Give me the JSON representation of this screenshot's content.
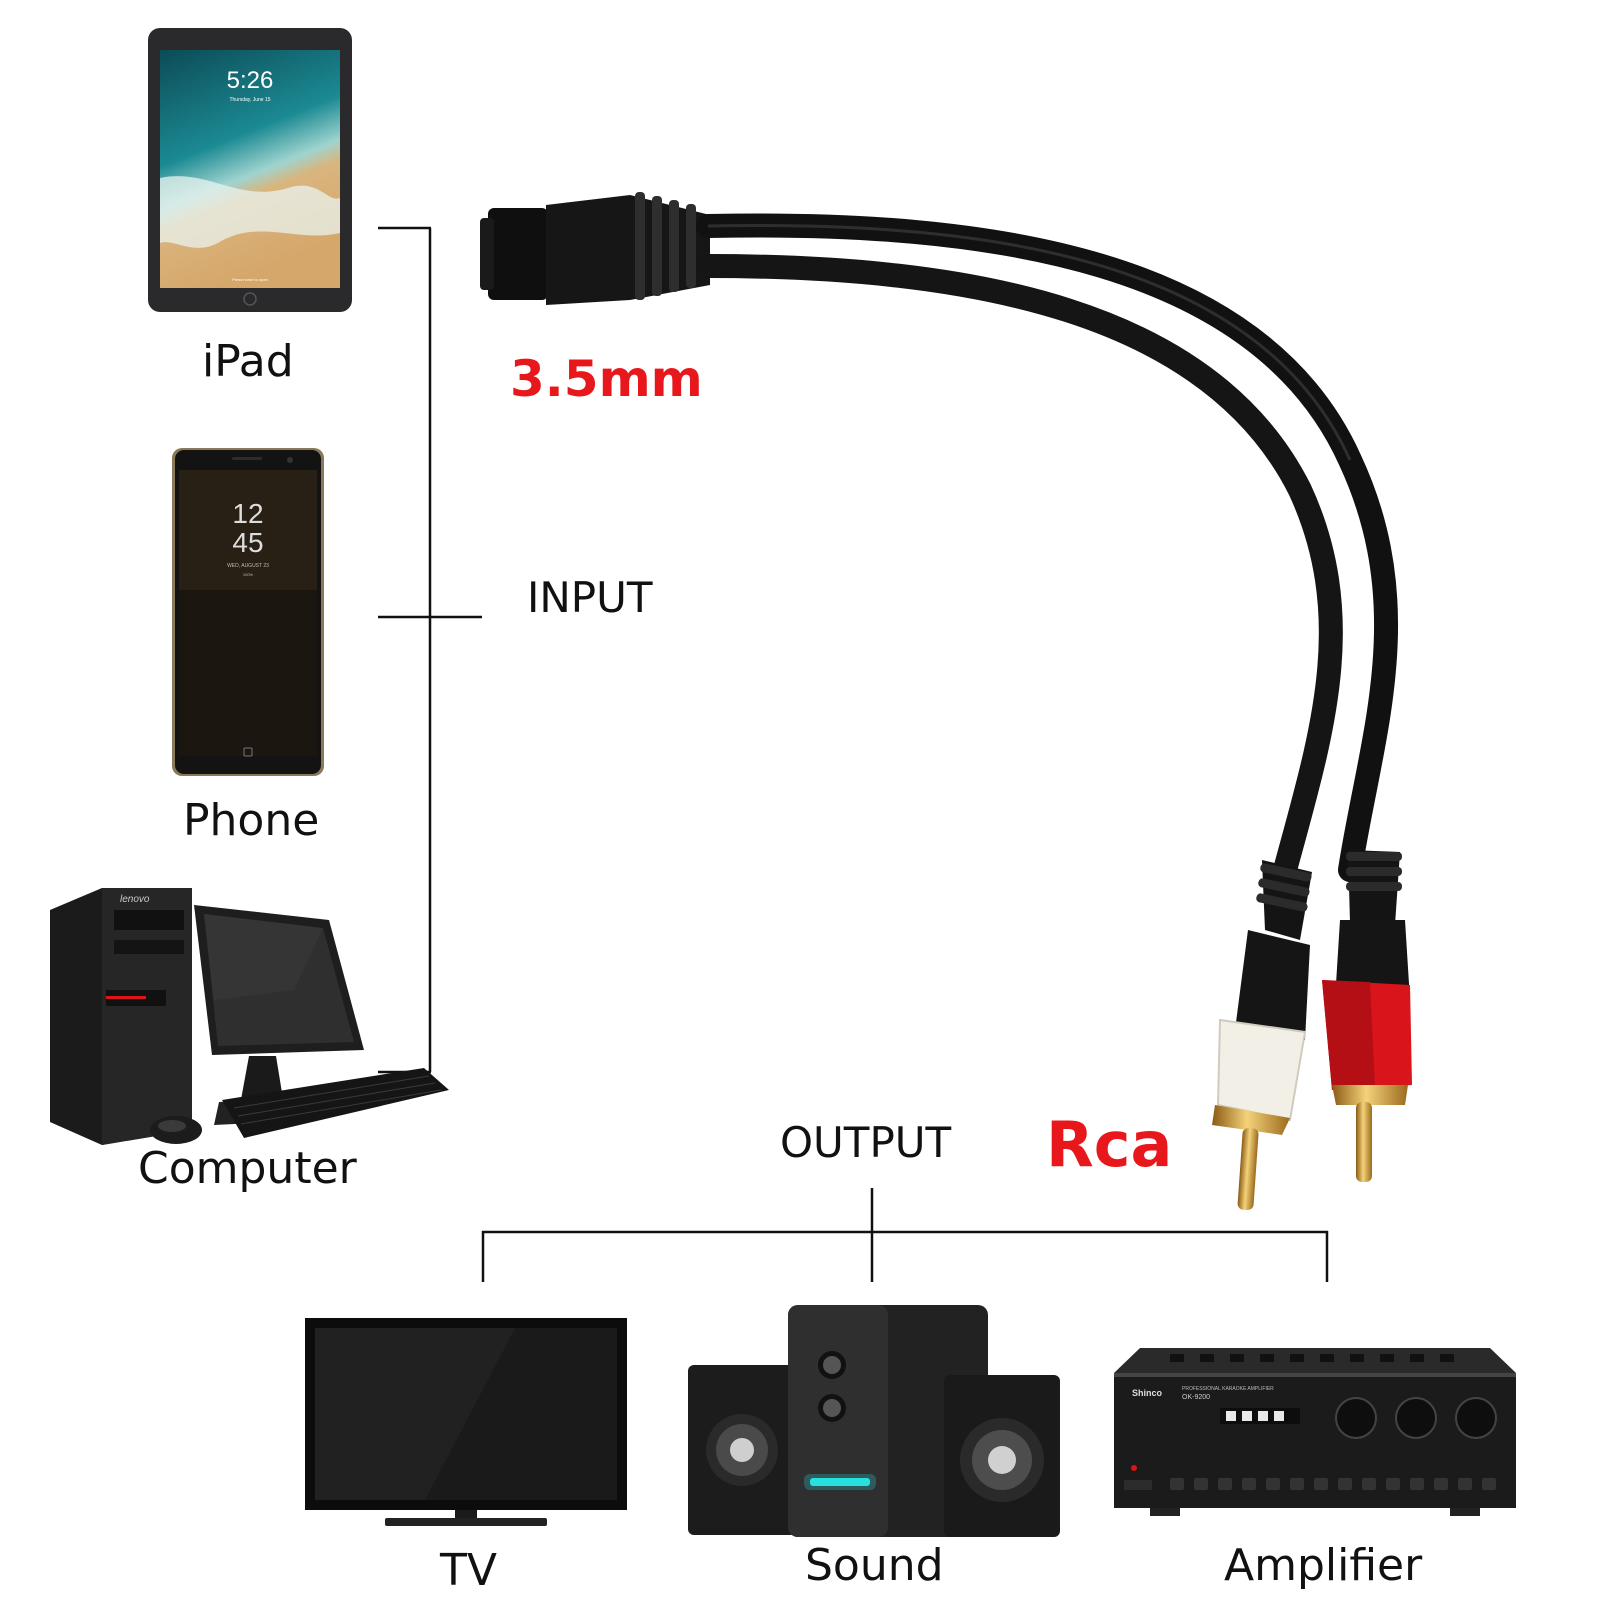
{
  "input": {
    "label": "INPUT",
    "devices": [
      {
        "label": "iPad",
        "screen": {
          "time": "5:26",
          "date": "Thursday, June 15",
          "footer": "Press home to open"
        }
      },
      {
        "label": "Phone",
        "screen": {
          "time_hour": "12",
          "time_minute": "45",
          "date": "WED, AUGUST 23",
          "battery": "100%"
        }
      },
      {
        "label": "Computer",
        "brand": "lenovo"
      }
    ]
  },
  "connectors": {
    "input_jack": "3.5mm",
    "output_plug": "Rca"
  },
  "output": {
    "label": "OUTPUT",
    "devices": [
      {
        "label": "TV"
      },
      {
        "label": "Sound"
      },
      {
        "label": "Amplifier",
        "brand": "Shinco",
        "panel_title": "PROFESSIONAL KARAOKE AMPLIFIER",
        "model": "OK-9200"
      }
    ]
  },
  "colors": {
    "accent_red": "#e8171b",
    "cable": "#111111",
    "rca_red": "#d9141a",
    "rca_white": "#f2f0e6",
    "gold": "#d4a437"
  }
}
